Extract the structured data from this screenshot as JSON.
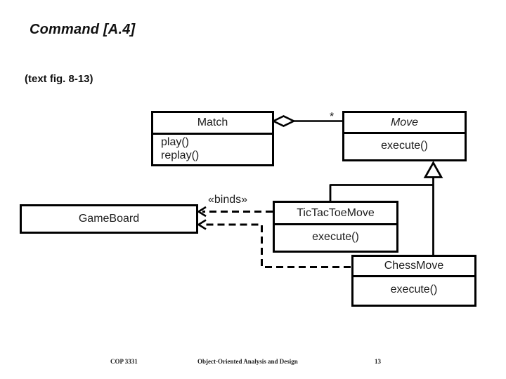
{
  "slide": {
    "title": "Command [A.4]",
    "subtitle": "(text fig. 8-13)"
  },
  "diagram": {
    "type": "uml-class-diagram",
    "classes": [
      {
        "name": "Match",
        "methods": [
          "play()",
          "replay()"
        ]
      },
      {
        "name": "Move",
        "methods": [
          "execute()"
        ],
        "abstract": true
      },
      {
        "name": "GameBoard",
        "methods": []
      },
      {
        "name": "TicTacToeMove",
        "methods": [
          "execute()"
        ]
      },
      {
        "name": "ChessMove",
        "methods": [
          "execute()"
        ]
      }
    ],
    "relationships": [
      {
        "kind": "aggregation",
        "from": "Match",
        "to": "Move",
        "multiplicity": "*"
      },
      {
        "kind": "inheritance",
        "from": "TicTacToeMove",
        "to": "Move"
      },
      {
        "kind": "inheritance",
        "from": "ChessMove",
        "to": "Move"
      },
      {
        "kind": "dependency",
        "from": "TicTacToeMove",
        "to": "GameBoard",
        "stereotype": "«binds»"
      },
      {
        "kind": "dependency",
        "from": "ChessMove",
        "to": "GameBoard",
        "stereotype": "«binds»"
      }
    ],
    "labels": {
      "binds_stereotype": "«binds»",
      "multiplicity_star": "*"
    }
  },
  "footer": {
    "course": "COP 3331",
    "center": "Object-Oriented Analysis and Design",
    "page_number": "13"
  },
  "colors": {
    "ink": "#000000",
    "background": "#ffffff"
  }
}
